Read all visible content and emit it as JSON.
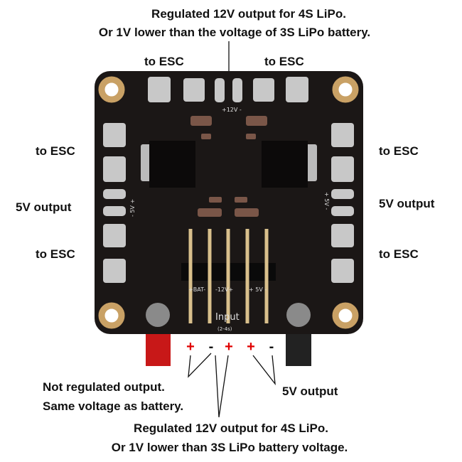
{
  "annotations": {
    "top_line1": "Regulated 12V output for 4S LiPo.",
    "top_line2": "Or 1V lower than the voltage of 3S LiPo battery.",
    "top_esc_left": "to ESC",
    "top_esc_right": "to ESC",
    "left_esc_upper": "to ESC",
    "left_5v": "5V output",
    "left_esc_lower": "to ESC",
    "right_esc_upper": "to ESC",
    "right_5v": "5V output",
    "right_esc_lower": "to ESC",
    "bottom_unreg_line1": "Not regulated output.",
    "bottom_unreg_line2": "Same voltage as battery.",
    "bottom_5v": "5V output",
    "bottom_12v_line1": "Regulated 12V output for 4S LiPo.",
    "bottom_12v_line2": "Or 1V lower than 3S LiPo battery voltage."
  },
  "pin_signs": [
    "+",
    "-",
    "+",
    "+",
    "-"
  ],
  "pin_sign_colors": [
    "#e00000",
    "#111111",
    "#e00000",
    "#e00000",
    "#111111"
  ],
  "board": {
    "silkscreen": {
      "top_12v": "+12V -",
      "left_5v": "- 5V +",
      "right_5v": "+ 5V -",
      "bat": "+BAT-",
      "out12": "-12V+",
      "out5": "+ 5V -",
      "input": "Input",
      "input_range": "(2-4s)"
    },
    "colors": {
      "pcb": "#1b1716",
      "gold": "#c9a165",
      "solder": "#c8c8c8",
      "cap": "#7a5648",
      "red_wire": "#c81818",
      "black_wire": "#222222"
    }
  }
}
